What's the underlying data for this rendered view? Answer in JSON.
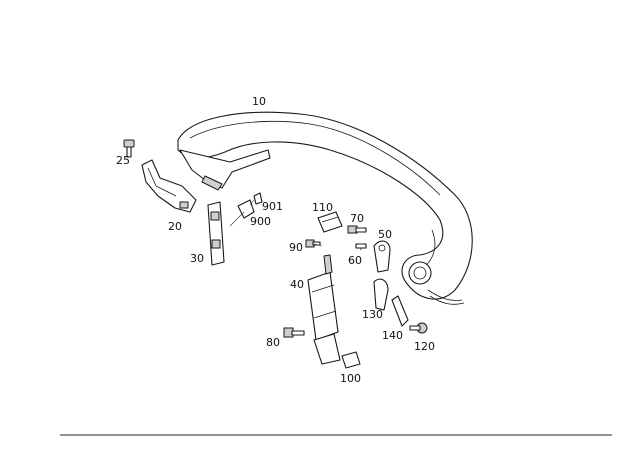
{
  "callouts": [
    {
      "id": "10",
      "text": "10"
    },
    {
      "id": "25",
      "text": "25"
    },
    {
      "id": "20",
      "text": "20"
    },
    {
      "id": "30",
      "text": "30"
    },
    {
      "id": "901",
      "text": "901"
    },
    {
      "id": "900",
      "text": "900"
    },
    {
      "id": "110",
      "text": "110"
    },
    {
      "id": "70",
      "text": "70"
    },
    {
      "id": "50",
      "text": "50"
    },
    {
      "id": "90",
      "text": "90"
    },
    {
      "id": "60",
      "text": "60"
    },
    {
      "id": "40",
      "text": "40"
    },
    {
      "id": "130",
      "text": "130"
    },
    {
      "id": "140",
      "text": "140"
    },
    {
      "id": "120",
      "text": "120"
    },
    {
      "id": "80",
      "text": "80"
    },
    {
      "id": "100",
      "text": "100"
    }
  ],
  "colors": {
    "line": "#1a1a1a",
    "shade": "#cfcfcf",
    "background": "#ffffff"
  }
}
